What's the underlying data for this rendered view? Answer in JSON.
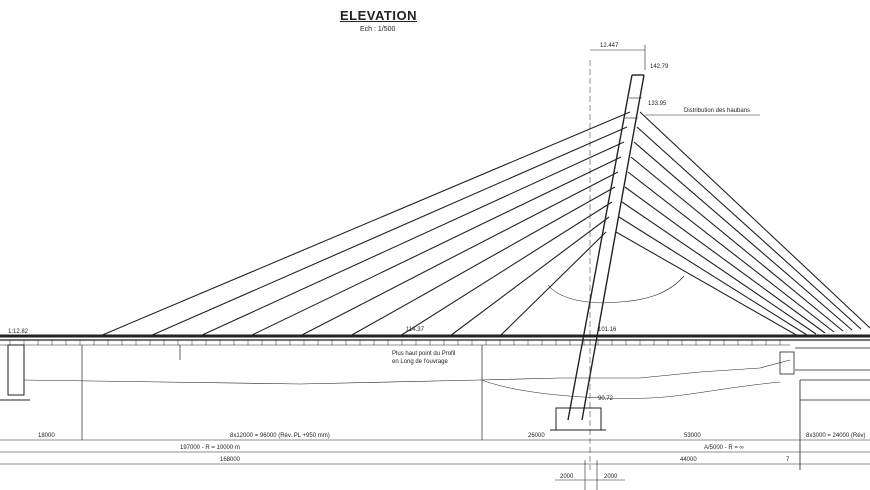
{
  "title": "ELEVATION",
  "scale": "Ech : 1/500",
  "labels": {
    "top_level_a": "142.79",
    "top_level_b": "133.95",
    "pylon_width": "12.447",
    "cable_note": "Distribution des haubans",
    "left_level": "1:12.82",
    "deck_level": "114.37",
    "pylon_base_level": "101.16",
    "note_line1": "Plus haut point du Profil",
    "note_line2": "en Long de l'ouvrage",
    "foot_level": "90.72"
  },
  "dimensions": {
    "row1": [
      "18000",
      "8x12000 = 96000 (Rév. PL +950 mm)",
      "26000",
      "53000",
      "8x3000 = 24000 (Rév)"
    ],
    "row2": [
      "197000 - R = 10000 m",
      "A/5000 - R = ∞"
    ],
    "row3": [
      "168000",
      "44000",
      "7"
    ],
    "row4": [
      "2000",
      "2000"
    ]
  },
  "colors": {
    "ink": "#222222",
    "paper": "#ffffff"
  }
}
